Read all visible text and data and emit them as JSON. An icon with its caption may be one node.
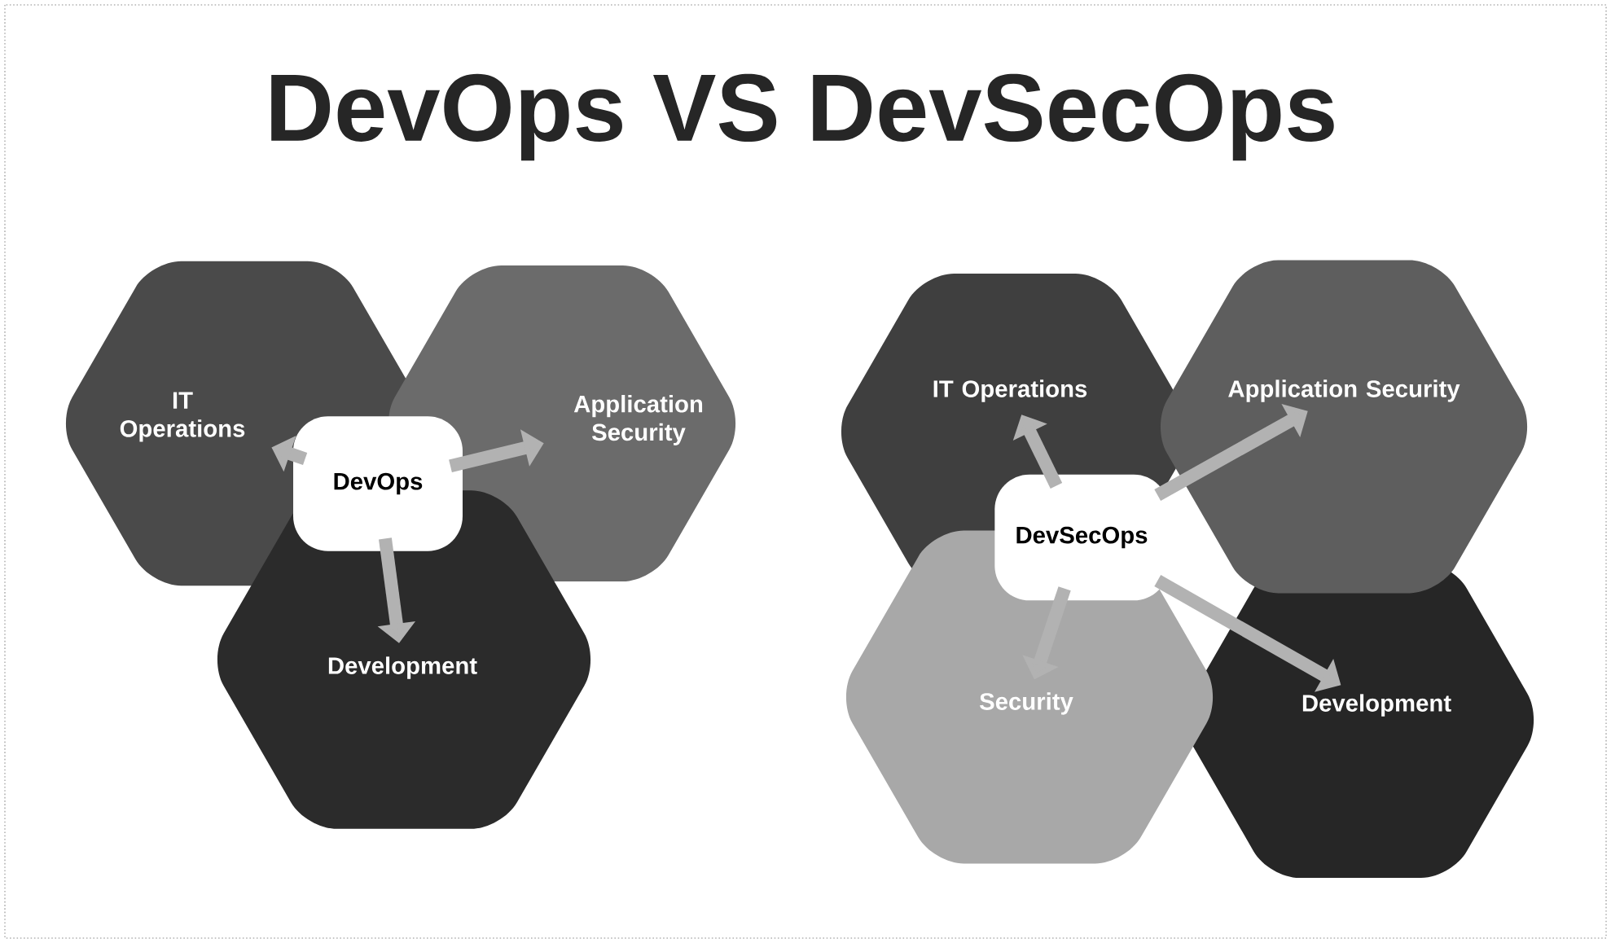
{
  "diagram": {
    "title": "DevOps VS DevSecOps",
    "nodes": [
      {
        "text": [
          "IT Operations"
        ]
      },
      {
        "text": [
          "Application Security"
        ]
      },
      {
        "text": [
          "DevOps"
        ]
      },
      {
        "text": [
          "Development"
        ]
      },
      {
        "text": [
          "IT Operations"
        ]
      },
      {
        "text": [
          "Application Security"
        ]
      },
      {
        "text": [
          "DevSecOps"
        ]
      },
      {
        "text": [
          "Security"
        ]
      },
      {
        "text": [
          "Development"
        ]
      }
    ],
    "edges": [
      {
        "from": 2,
        "to": 0,
        "arrow": "to"
      },
      {
        "from": 2,
        "to": 1,
        "arrow": "to"
      },
      {
        "from": 2,
        "to": 3,
        "arrow": "to"
      },
      {
        "from": 6,
        "to": 4,
        "arrow": "to"
      },
      {
        "from": 6,
        "to": 5,
        "arrow": "to"
      },
      {
        "from": 6,
        "to": 7,
        "arrow": "to"
      },
      {
        "from": 6,
        "to": 8,
        "arrow": "to"
      }
    ]
  }
}
